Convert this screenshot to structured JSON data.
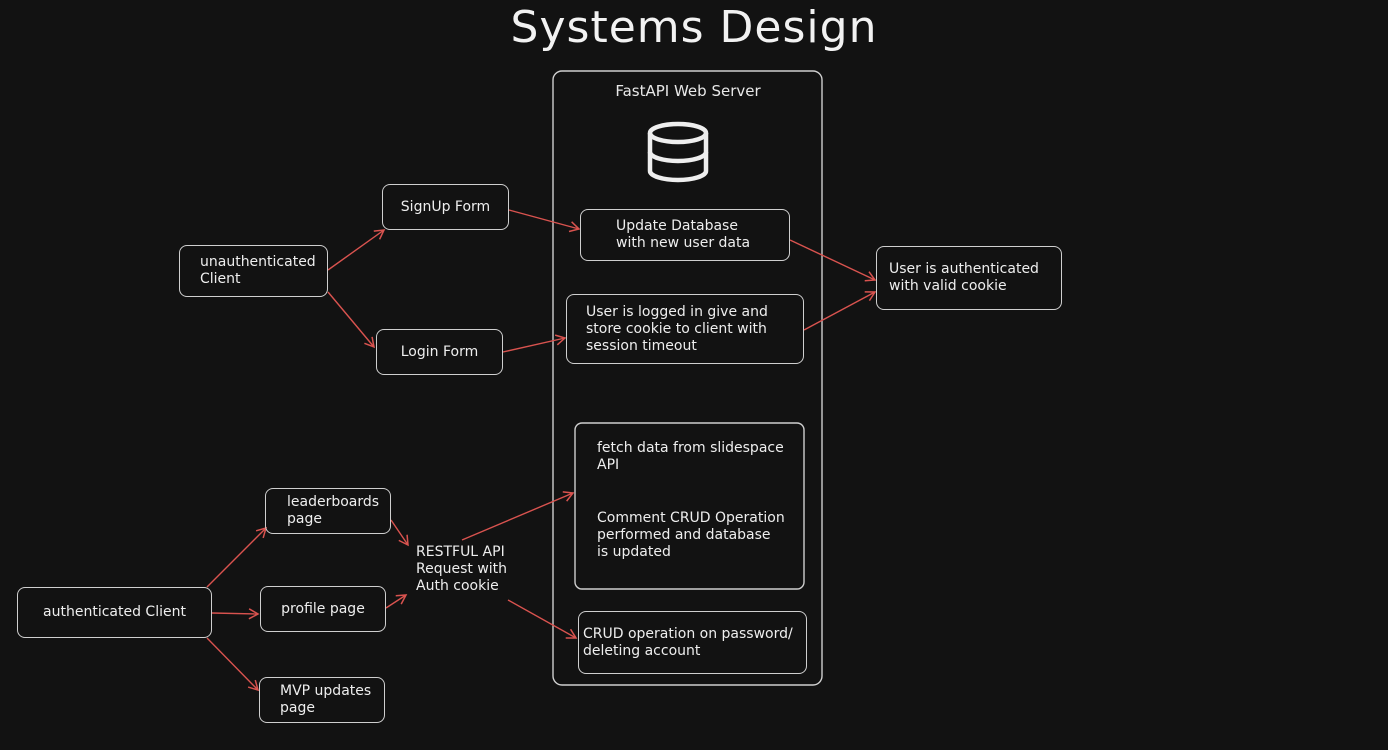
{
  "title": "Systems Design",
  "server": {
    "label": "FastAPI Web Server",
    "icon": "database-icon"
  },
  "nodes": {
    "unauth_client": "unauthenticated\nClient",
    "signup_form": "SignUp Form",
    "login_form": "Login Form",
    "update_db": "Update Database\nwith new user data",
    "logged_in": "User is logged in give and\nstore cookie to client with\nsession timeout",
    "authenticated": "User is authenticated\nwith valid cookie",
    "fetch_data": "fetch data from slidespace\nAPI",
    "comment_crud": "Comment CRUD Operation\nperformed and database\nis updated",
    "password_crud": "CRUD operation on password/\ndeleting account",
    "auth_client": "authenticated Client",
    "leaderboards": "leaderboards\npage",
    "profile": "profile page",
    "mvp": "MVP updates\npage",
    "restful": "RESTFUL API\nRequest with\nAuth cookie"
  },
  "colors": {
    "background": "#121212",
    "stroke": "#cfcfcf",
    "arrow": "#d9534f",
    "text": "#eeeeee"
  }
}
